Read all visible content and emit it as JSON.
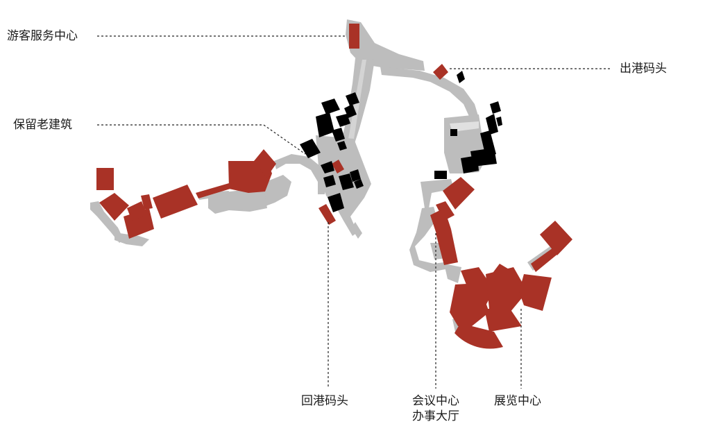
{
  "labels": {
    "visitor_center": "游客服务中心",
    "old_buildings": "保留老建筑",
    "departure_pier": "出港码头",
    "return_pier": "回港码头",
    "conference_center_line1": "会议中心",
    "conference_center_line2": "办事大厅",
    "exhibition_center": "展览中心"
  },
  "colors": {
    "new_building": "#a93226",
    "old_building": "#000000",
    "path": "#bdbdbd",
    "leader_line": "#222222"
  }
}
